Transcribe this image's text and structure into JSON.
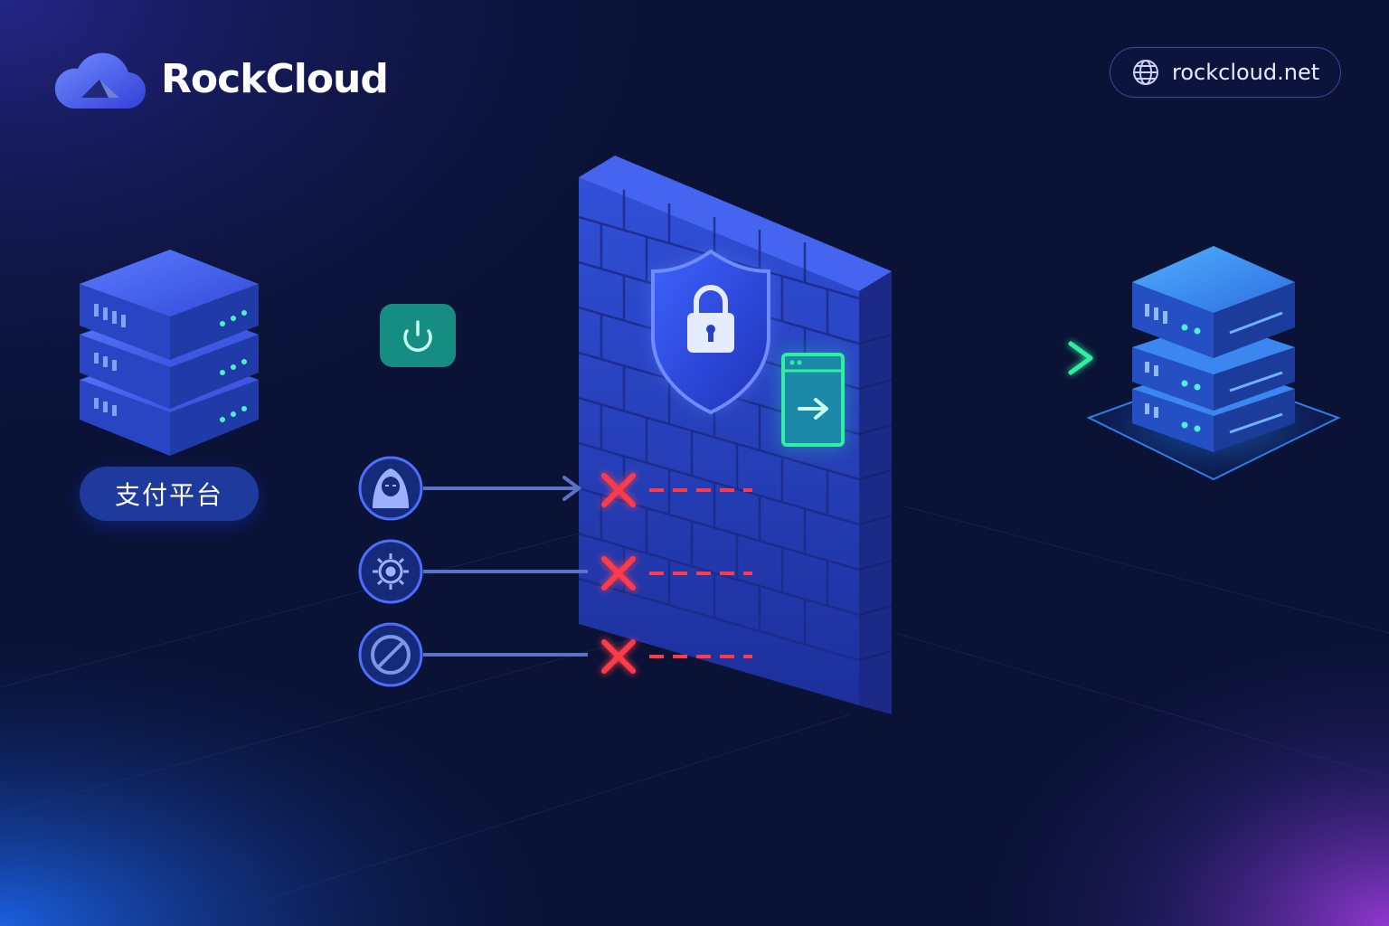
{
  "brand": {
    "name": "RockCloud",
    "logo_icon": "cloud-logo-icon"
  },
  "website": {
    "url": "rockcloud.net",
    "icon": "globe-icon"
  },
  "source": {
    "label": "支付平台",
    "icon": "server-stack-icon"
  },
  "allowed_flow": {
    "badge_icon": "sync-icon",
    "firewall_icons": [
      "shield-lock-icon",
      "forward-window-icon"
    ],
    "destination_icon": "server-stack-icon"
  },
  "blocked_threats": [
    {
      "icon": "hacker-icon",
      "status_icon": "blocked-x-icon"
    },
    {
      "icon": "virus-icon",
      "status_icon": "blocked-x-icon"
    },
    {
      "icon": "forbidden-icon",
      "status_icon": "blocked-x-icon"
    }
  ],
  "colors": {
    "background": "#0a1235",
    "accent_green": "#2ef0a0",
    "block_red": "#ff3b4a",
    "wall_blue": "#2e4bd6",
    "brand_gradient_start": "#5a7bff",
    "brand_gradient_end": "#2d3fd0"
  }
}
